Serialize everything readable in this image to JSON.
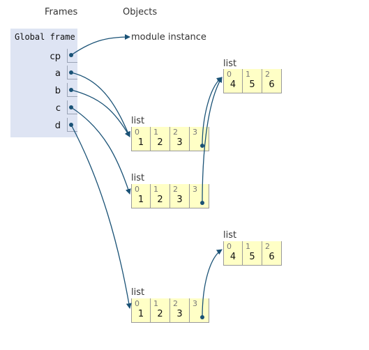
{
  "headers": {
    "frames": "Frames",
    "objects": "Objects"
  },
  "global_frame": {
    "title": "Global frame",
    "variables": [
      {
        "name": "cp"
      },
      {
        "name": "a"
      },
      {
        "name": "b"
      },
      {
        "name": "c"
      },
      {
        "name": "d"
      }
    ]
  },
  "module_instance_label": "module instance",
  "lists": [
    {
      "label": "list",
      "cells": [
        {
          "index": "0",
          "value": "4"
        },
        {
          "index": "1",
          "value": "5"
        },
        {
          "index": "2",
          "value": "6"
        }
      ]
    },
    {
      "label": "list",
      "cells": [
        {
          "index": "0",
          "value": "1"
        },
        {
          "index": "1",
          "value": "2"
        },
        {
          "index": "2",
          "value": "3"
        },
        {
          "index": "3",
          "value": ""
        }
      ]
    },
    {
      "label": "list",
      "cells": [
        {
          "index": "0",
          "value": "1"
        },
        {
          "index": "1",
          "value": "2"
        },
        {
          "index": "2",
          "value": "3"
        },
        {
          "index": "3",
          "value": ""
        }
      ]
    },
    {
      "label": "list",
      "cells": [
        {
          "index": "0",
          "value": "4"
        },
        {
          "index": "1",
          "value": "5"
        },
        {
          "index": "2",
          "value": "6"
        }
      ]
    },
    {
      "label": "list",
      "cells": [
        {
          "index": "0",
          "value": "1"
        },
        {
          "index": "1",
          "value": "2"
        },
        {
          "index": "2",
          "value": "3"
        },
        {
          "index": "3",
          "value": ""
        }
      ]
    }
  ],
  "colors": {
    "frame_bg": "#dee4f3",
    "list_bg": "#ffffc6",
    "arrow": "#1a5276"
  }
}
